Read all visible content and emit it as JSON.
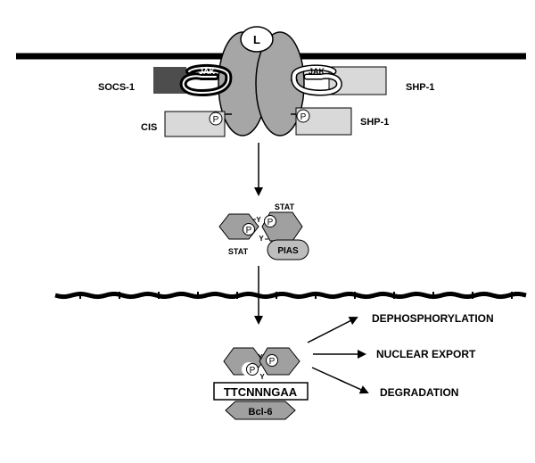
{
  "ligand": {
    "label": "L"
  },
  "receptor_complex": {
    "socs1": "SOCS-1",
    "jak_left": "JAK",
    "jak_right": "JAK",
    "shp1_top": "SHP-1",
    "cis": "CIS",
    "shp1_bottom": "SHP-1"
  },
  "phospho_symbol": "P",
  "tyrosine_symbol": "Y",
  "stat_dimer": {
    "stat_top": "STAT",
    "stat_bottom": "STAT",
    "pias": "PIAS"
  },
  "nucleus": {
    "dna_sequence": "TTCNNNGAA",
    "bcl6": "Bcl-6"
  },
  "fates": [
    "DEPHOSPHORYLATION",
    "NUCLEAR EXPORT",
    "DEGRADATION"
  ],
  "colors": {
    "line": "#000000",
    "receptor": "#a6a6a6",
    "box_light": "#d9d9d9",
    "socs_box": "#4d4d4d",
    "stat_grey": "#a0a0a0",
    "pias_fill": "#bdbdbd"
  }
}
